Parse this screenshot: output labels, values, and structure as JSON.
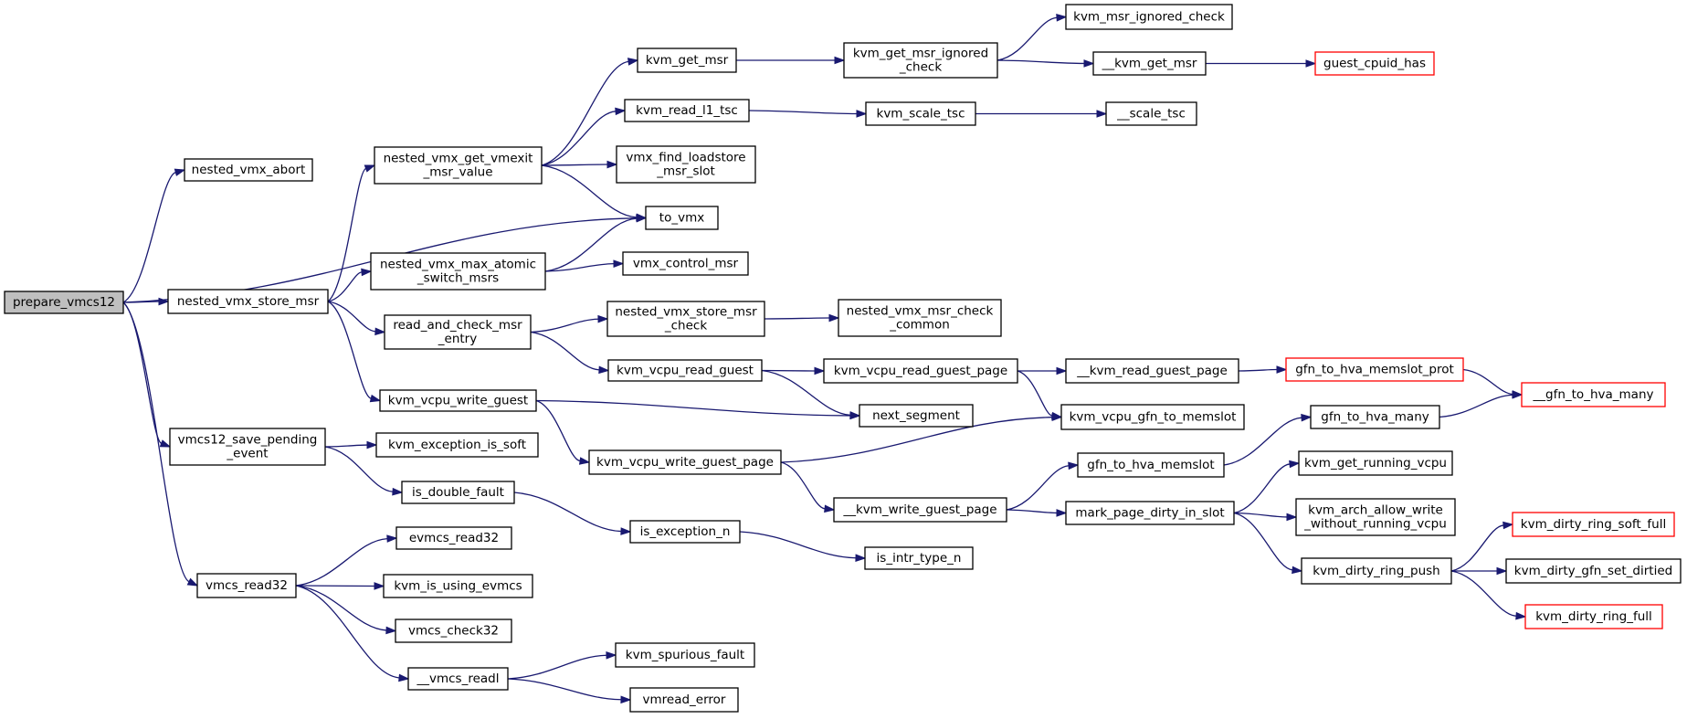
{
  "colors": {
    "edge": "#191970",
    "node_border": "#000000",
    "node_border_truncated": "#ff0000",
    "root_fill": "#bfbfbf",
    "node_fill": "#ffffff"
  },
  "nodes": [
    {
      "id": "prepare_vmcs12",
      "lines": [
        "prepare_vmcs12"
      ],
      "root": true
    },
    {
      "id": "nested_vmx_abort",
      "lines": [
        "nested_vmx_abort"
      ]
    },
    {
      "id": "nested_vmx_store_msr",
      "lines": [
        "nested_vmx_store_msr"
      ]
    },
    {
      "id": "vmcs12_save_pending_event",
      "lines": [
        "vmcs12_save_pending",
        "_event"
      ]
    },
    {
      "id": "vmcs_read32",
      "lines": [
        "vmcs_read32"
      ]
    },
    {
      "id": "to_vmx",
      "lines": [
        "to_vmx"
      ]
    },
    {
      "id": "nested_vmx_get_vmexit_msr_value",
      "lines": [
        "nested_vmx_get_vmexit",
        "_msr_value"
      ]
    },
    {
      "id": "nested_vmx_max_atomic_switch_msrs",
      "lines": [
        "nested_vmx_max_atomic",
        "_switch_msrs"
      ]
    },
    {
      "id": "read_and_check_msr_entry",
      "lines": [
        "read_and_check_msr",
        "_entry"
      ]
    },
    {
      "id": "kvm_vcpu_write_guest",
      "lines": [
        "kvm_vcpu_write_guest"
      ]
    },
    {
      "id": "kvm_exception_is_soft",
      "lines": [
        "kvm_exception_is_soft"
      ]
    },
    {
      "id": "is_double_fault",
      "lines": [
        "is_double_fault"
      ]
    },
    {
      "id": "evmcs_read32",
      "lines": [
        "evmcs_read32"
      ]
    },
    {
      "id": "kvm_is_using_evmcs",
      "lines": [
        "kvm_is_using_evmcs"
      ]
    },
    {
      "id": "vmcs_check32",
      "lines": [
        "vmcs_check32"
      ]
    },
    {
      "id": "__vmcs_readl",
      "lines": [
        "__vmcs_readl"
      ]
    },
    {
      "id": "kvm_get_msr",
      "lines": [
        "kvm_get_msr"
      ]
    },
    {
      "id": "kvm_read_l1_tsc",
      "lines": [
        "kvm_read_l1_tsc"
      ]
    },
    {
      "id": "vmx_find_loadstore_msr_slot",
      "lines": [
        "vmx_find_loadstore",
        "_msr_slot"
      ]
    },
    {
      "id": "vmx_control_msr",
      "lines": [
        "vmx_control_msr"
      ]
    },
    {
      "id": "nested_vmx_store_msr_check",
      "lines": [
        "nested_vmx_store_msr",
        "_check"
      ]
    },
    {
      "id": "kvm_vcpu_read_guest",
      "lines": [
        "kvm_vcpu_read_guest"
      ]
    },
    {
      "id": "kvm_vcpu_write_guest_page",
      "lines": [
        "kvm_vcpu_write_guest_page"
      ]
    },
    {
      "id": "is_exception_n",
      "lines": [
        "is_exception_n"
      ]
    },
    {
      "id": "kvm_spurious_fault",
      "lines": [
        "kvm_spurious_fault"
      ]
    },
    {
      "id": "vmread_error",
      "lines": [
        "vmread_error"
      ]
    },
    {
      "id": "kvm_get_msr_ignored_check",
      "lines": [
        "kvm_get_msr_ignored",
        "_check"
      ]
    },
    {
      "id": "kvm_scale_tsc",
      "lines": [
        "kvm_scale_tsc"
      ]
    },
    {
      "id": "nested_vmx_msr_check_common",
      "lines": [
        "nested_vmx_msr_check",
        "_common"
      ]
    },
    {
      "id": "kvm_vcpu_read_guest_page",
      "lines": [
        "kvm_vcpu_read_guest_page"
      ]
    },
    {
      "id": "next_segment",
      "lines": [
        "next_segment"
      ]
    },
    {
      "id": "__kvm_write_guest_page",
      "lines": [
        "__kvm_write_guest_page"
      ]
    },
    {
      "id": "is_intr_type_n",
      "lines": [
        "is_intr_type_n"
      ]
    },
    {
      "id": "kvm_msr_ignored_check",
      "lines": [
        "kvm_msr_ignored_check"
      ]
    },
    {
      "id": "__kvm_get_msr",
      "lines": [
        "__kvm_get_msr"
      ]
    },
    {
      "id": "__scale_tsc",
      "lines": [
        "__scale_tsc"
      ]
    },
    {
      "id": "__kvm_read_guest_page",
      "lines": [
        "__kvm_read_guest_page"
      ]
    },
    {
      "id": "kvm_vcpu_gfn_to_memslot",
      "lines": [
        "kvm_vcpu_gfn_to_memslot"
      ]
    },
    {
      "id": "gfn_to_hva_memslot",
      "lines": [
        "gfn_to_hva_memslot"
      ]
    },
    {
      "id": "mark_page_dirty_in_slot",
      "lines": [
        "mark_page_dirty_in_slot"
      ]
    },
    {
      "id": "guest_cpuid_has",
      "lines": [
        "guest_cpuid_has"
      ],
      "truncated": true
    },
    {
      "id": "gfn_to_hva_memslot_prot",
      "lines": [
        "gfn_to_hva_memslot_prot"
      ],
      "truncated": true
    },
    {
      "id": "gfn_to_hva_many",
      "lines": [
        "gfn_to_hva_many"
      ]
    },
    {
      "id": "kvm_get_running_vcpu",
      "lines": [
        "kvm_get_running_vcpu"
      ]
    },
    {
      "id": "kvm_arch_allow_write_without_running_vcpu",
      "lines": [
        "kvm_arch_allow_write",
        "_without_running_vcpu"
      ]
    },
    {
      "id": "kvm_dirty_ring_push",
      "lines": [
        "kvm_dirty_ring_push"
      ]
    },
    {
      "id": "__gfn_to_hva_many",
      "lines": [
        "__gfn_to_hva_many"
      ],
      "truncated": true
    },
    {
      "id": "kvm_dirty_ring_soft_full",
      "lines": [
        "kvm_dirty_ring_soft_full"
      ],
      "truncated": true
    },
    {
      "id": "kvm_dirty_gfn_set_dirtied",
      "lines": [
        "kvm_dirty_gfn_set_dirtied"
      ]
    },
    {
      "id": "kvm_dirty_ring_full",
      "lines": [
        "kvm_dirty_ring_full"
      ],
      "truncated": true
    }
  ],
  "edges": [
    [
      "prepare_vmcs12",
      "nested_vmx_abort"
    ],
    [
      "prepare_vmcs12",
      "to_vmx"
    ],
    [
      "prepare_vmcs12",
      "nested_vmx_store_msr"
    ],
    [
      "prepare_vmcs12",
      "vmcs12_save_pending_event"
    ],
    [
      "prepare_vmcs12",
      "vmcs_read32"
    ],
    [
      "nested_vmx_store_msr",
      "nested_vmx_get_vmexit_msr_value"
    ],
    [
      "nested_vmx_store_msr",
      "nested_vmx_max_atomic_switch_msrs"
    ],
    [
      "nested_vmx_store_msr",
      "read_and_check_msr_entry"
    ],
    [
      "nested_vmx_store_msr",
      "kvm_vcpu_write_guest"
    ],
    [
      "nested_vmx_get_vmexit_msr_value",
      "kvm_get_msr"
    ],
    [
      "nested_vmx_get_vmexit_msr_value",
      "kvm_read_l1_tsc"
    ],
    [
      "nested_vmx_get_vmexit_msr_value",
      "vmx_find_loadstore_msr_slot"
    ],
    [
      "nested_vmx_get_vmexit_msr_value",
      "to_vmx"
    ],
    [
      "nested_vmx_max_atomic_switch_msrs",
      "to_vmx"
    ],
    [
      "nested_vmx_max_atomic_switch_msrs",
      "vmx_control_msr"
    ],
    [
      "read_and_check_msr_entry",
      "nested_vmx_store_msr_check"
    ],
    [
      "read_and_check_msr_entry",
      "kvm_vcpu_read_guest"
    ],
    [
      "kvm_vcpu_write_guest",
      "next_segment"
    ],
    [
      "kvm_vcpu_write_guest",
      "kvm_vcpu_write_guest_page"
    ],
    [
      "vmcs12_save_pending_event",
      "kvm_exception_is_soft"
    ],
    [
      "vmcs12_save_pending_event",
      "is_double_fault"
    ],
    [
      "is_double_fault",
      "is_exception_n"
    ],
    [
      "vmcs_read32",
      "evmcs_read32"
    ],
    [
      "vmcs_read32",
      "kvm_is_using_evmcs"
    ],
    [
      "vmcs_read32",
      "vmcs_check32"
    ],
    [
      "vmcs_read32",
      "__vmcs_readl"
    ],
    [
      "__vmcs_readl",
      "kvm_spurious_fault"
    ],
    [
      "__vmcs_readl",
      "vmread_error"
    ],
    [
      "kvm_get_msr",
      "kvm_get_msr_ignored_check"
    ],
    [
      "kvm_get_msr_ignored_check",
      "kvm_msr_ignored_check"
    ],
    [
      "kvm_get_msr_ignored_check",
      "__kvm_get_msr"
    ],
    [
      "__kvm_get_msr",
      "guest_cpuid_has"
    ],
    [
      "kvm_read_l1_tsc",
      "kvm_scale_tsc"
    ],
    [
      "kvm_scale_tsc",
      "__scale_tsc"
    ],
    [
      "nested_vmx_store_msr_check",
      "nested_vmx_msr_check_common"
    ],
    [
      "kvm_vcpu_read_guest",
      "kvm_vcpu_read_guest_page"
    ],
    [
      "kvm_vcpu_read_guest",
      "next_segment"
    ],
    [
      "kvm_vcpu_read_guest_page",
      "__kvm_read_guest_page"
    ],
    [
      "kvm_vcpu_read_guest_page",
      "kvm_vcpu_gfn_to_memslot"
    ],
    [
      "__kvm_read_guest_page",
      "gfn_to_hva_memslot_prot"
    ],
    [
      "gfn_to_hva_memslot_prot",
      "__gfn_to_hva_many"
    ],
    [
      "kvm_vcpu_write_guest_page",
      "kvm_vcpu_gfn_to_memslot"
    ],
    [
      "kvm_vcpu_write_guest_page",
      "__kvm_write_guest_page"
    ],
    [
      "__kvm_write_guest_page",
      "gfn_to_hva_memslot"
    ],
    [
      "__kvm_write_guest_page",
      "mark_page_dirty_in_slot"
    ],
    [
      "gfn_to_hva_memslot",
      "gfn_to_hva_many"
    ],
    [
      "gfn_to_hva_many",
      "__gfn_to_hva_many"
    ],
    [
      "mark_page_dirty_in_slot",
      "kvm_get_running_vcpu"
    ],
    [
      "mark_page_dirty_in_slot",
      "kvm_arch_allow_write_without_running_vcpu"
    ],
    [
      "mark_page_dirty_in_slot",
      "kvm_dirty_ring_push"
    ],
    [
      "kvm_dirty_ring_push",
      "kvm_dirty_ring_soft_full"
    ],
    [
      "kvm_dirty_ring_push",
      "kvm_dirty_gfn_set_dirtied"
    ],
    [
      "kvm_dirty_ring_push",
      "kvm_dirty_ring_full"
    ],
    [
      "is_exception_n",
      "is_intr_type_n"
    ]
  ]
}
